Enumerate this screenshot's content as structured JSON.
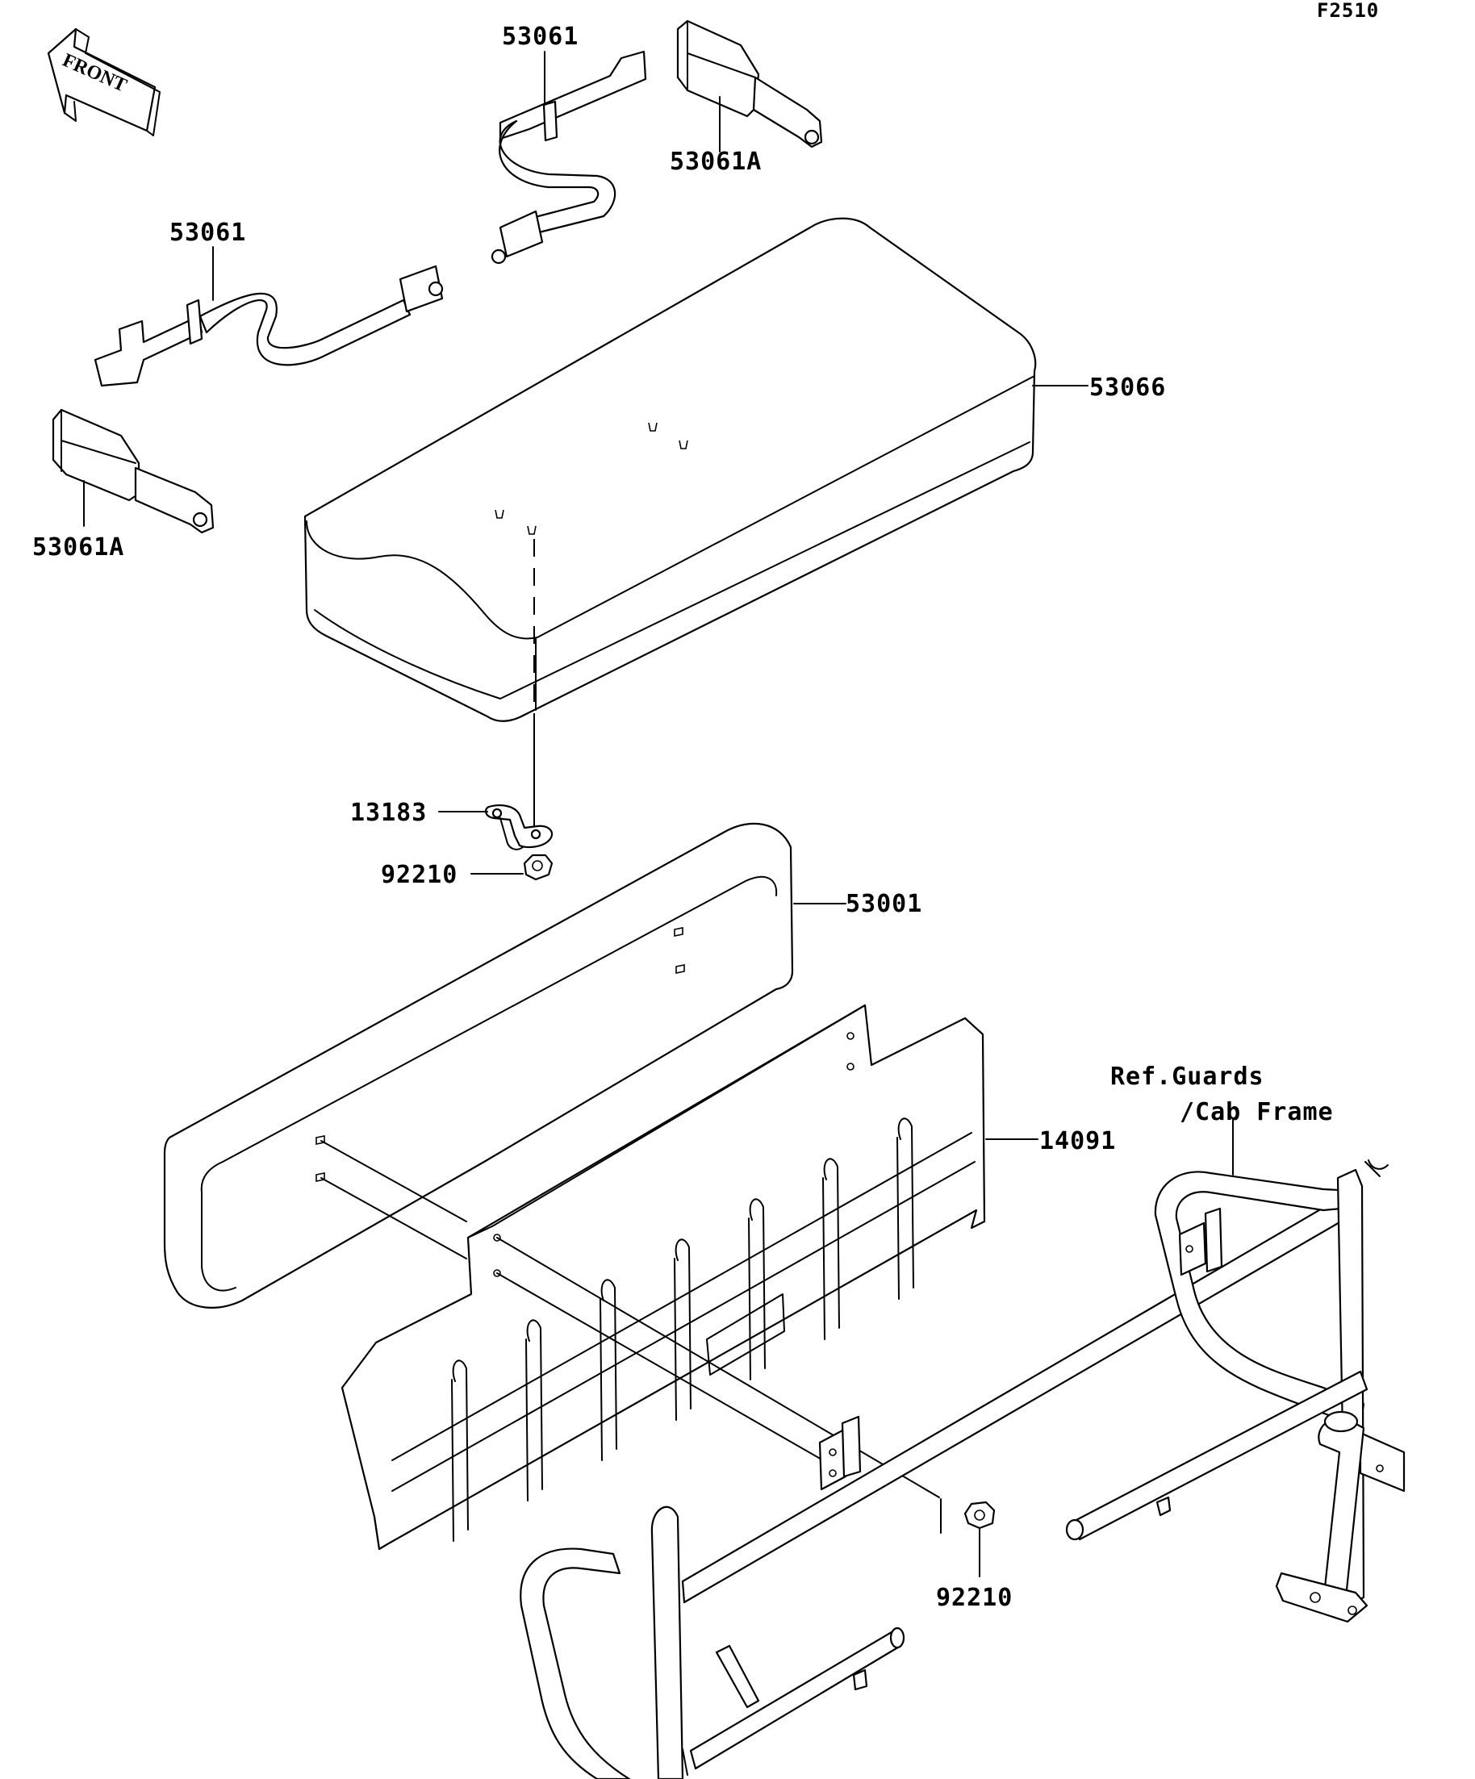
{
  "figure_code": "F2510",
  "front_label": "FRONT",
  "reference_label": {
    "line1": "Ref.Guards",
    "line2": "/Cab Frame"
  },
  "callouts": [
    {
      "id": "c53061-top",
      "text": "53061"
    },
    {
      "id": "c53061A-top",
      "text": "53061A"
    },
    {
      "id": "c53061-left",
      "text": "53061"
    },
    {
      "id": "c53061A-left",
      "text": "53061A"
    },
    {
      "id": "c53066",
      "text": "53066"
    },
    {
      "id": "c13183",
      "text": "13183"
    },
    {
      "id": "c92210-upper",
      "text": "92210"
    },
    {
      "id": "c53001",
      "text": "53001"
    },
    {
      "id": "c14091",
      "text": "14091"
    },
    {
      "id": "c92210-lower",
      "text": "92210"
    }
  ],
  "colors": {
    "line": "#000000",
    "background": "#ffffff"
  }
}
